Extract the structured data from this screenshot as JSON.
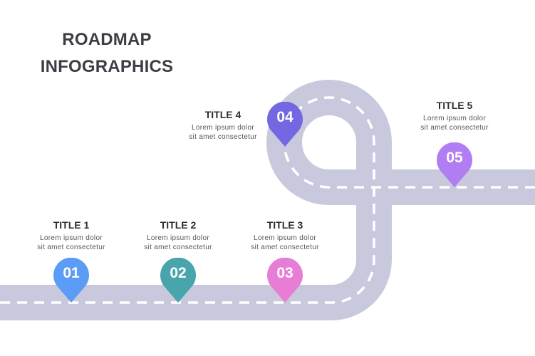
{
  "title": {
    "line1": "ROADMAP",
    "line2": "INFOGRAPHICS"
  },
  "colors": {
    "road": "#c9c9dd",
    "lane_marking": "#ffffff",
    "title_text": "#3d3d45"
  },
  "steps": [
    {
      "number": "01",
      "title": "TITLE 1",
      "desc_line1": "Lorem  ipsum  dolor",
      "desc_line2": "sit amet consectetur",
      "color": "#5b9cf7"
    },
    {
      "number": "02",
      "title": "TITLE 2",
      "desc_line1": "Lorem  ipsum  dolor",
      "desc_line2": "sit amet consectetur",
      "color": "#48a5ab"
    },
    {
      "number": "03",
      "title": "TITLE 3",
      "desc_line1": "Lorem  ipsum  dolor",
      "desc_line2": "sit amet consectetur",
      "color": "#e87dd5"
    },
    {
      "number": "04",
      "title": "TITLE 4",
      "desc_line1": "Lorem  ipsum  dolor",
      "desc_line2": "sit amet consectetur",
      "color": "#7467e2"
    },
    {
      "number": "05",
      "title": "TITLE 5",
      "desc_line1": "Lorem  ipsum  dolor",
      "desc_line2": "sit amet consectetur",
      "color": "#b07ef2"
    }
  ]
}
